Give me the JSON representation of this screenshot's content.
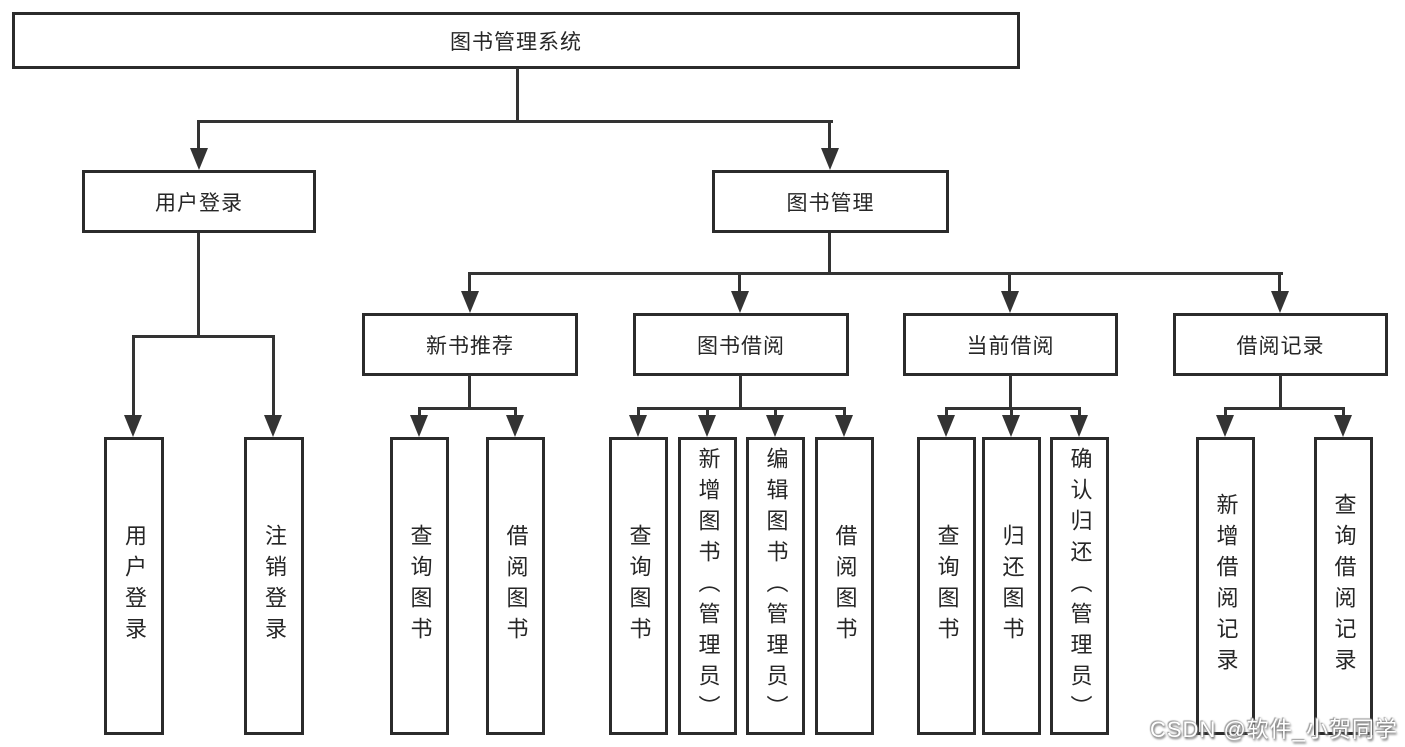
{
  "diagram": {
    "root": {
      "label": "图书管理系统"
    },
    "branches": [
      {
        "label": "用户登录",
        "leaves": [
          {
            "label": "用户登录"
          },
          {
            "label": "注销登录"
          }
        ]
      },
      {
        "label": "图书管理",
        "groups": [
          {
            "label": "新书推荐",
            "leaves": [
              {
                "label": "查询图书"
              },
              {
                "label": "借阅图书"
              }
            ]
          },
          {
            "label": "图书借阅",
            "leaves": [
              {
                "label": "查询图书"
              },
              {
                "label": "新增图书（管理员）"
              },
              {
                "label": "编辑图书（管理员）"
              },
              {
                "label": "借阅图书"
              }
            ]
          },
          {
            "label": "当前借阅",
            "leaves": [
              {
                "label": "查询图书"
              },
              {
                "label": "归还图书"
              },
              {
                "label": "确认归还（管理员）"
              }
            ]
          },
          {
            "label": "借阅记录",
            "leaves": [
              {
                "label": "新增借阅记录"
              },
              {
                "label": "查询借阅记录"
              }
            ]
          }
        ]
      }
    ]
  },
  "watermark": {
    "text": "CSDN @软件_小贺同学"
  },
  "colors": {
    "line": "#333333",
    "box_border": "#2b2b2b",
    "box_fill": "#ffffff",
    "text": "#262626",
    "watermark_text": "#ffffff",
    "watermark_shadow": "#6f6f6f"
  }
}
